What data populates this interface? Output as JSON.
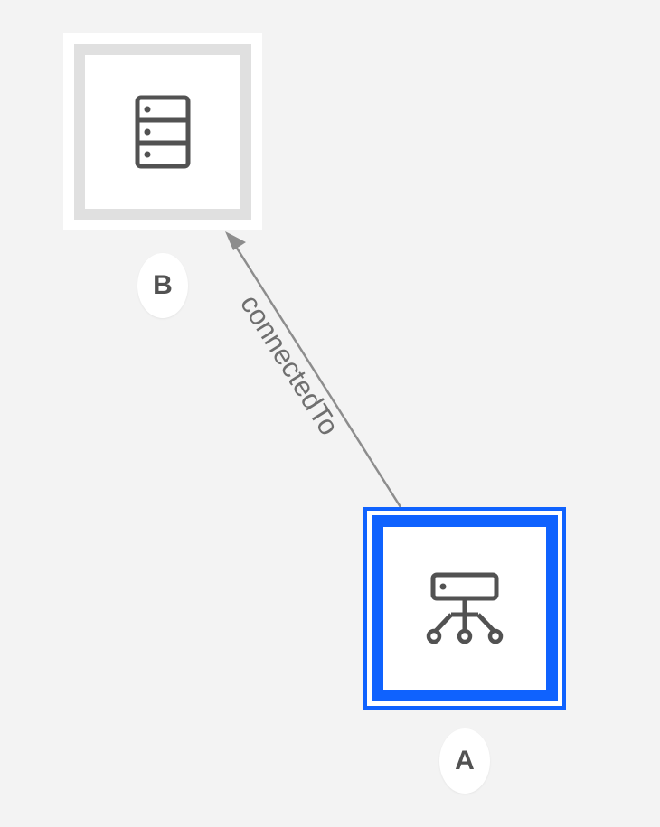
{
  "diagram": {
    "nodes": [
      {
        "id": "B",
        "label": "B",
        "icon": "server-rack-icon",
        "selected": false
      },
      {
        "id": "A",
        "label": "A",
        "icon": "network-router-icon",
        "selected": true
      }
    ],
    "edges": [
      {
        "from": "A",
        "to": "B",
        "label": "connectedTo"
      }
    ]
  },
  "colors": {
    "background": "#f3f3f3",
    "selected_border": "#0f62fe",
    "node_border": "#e0e0e0",
    "edge": "#8d8d8d",
    "icon": "#525252"
  }
}
